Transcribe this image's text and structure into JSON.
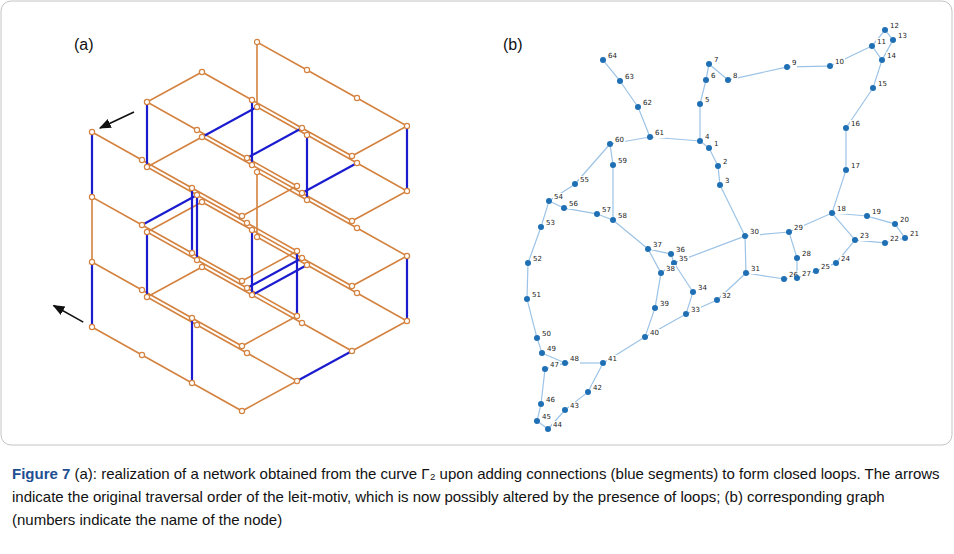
{
  "diagram": {
    "caption": "Figure 7 (a): realization of a network obtained from the curve Γ₂ upon adding connections (blue segments) to form closed loops. The arrows indicate the original traversal order of the leit-motiv, which is now possibly altered by the presence of loops; (b) corresponding graph (numbers indicate the name of the node)",
    "nodes": [
      {
        "text": [
          "1"
        ]
      },
      {
        "text": [
          "2"
        ]
      },
      {
        "text": [
          "3"
        ]
      },
      {
        "text": [
          "4"
        ]
      },
      {
        "text": [
          "5"
        ]
      },
      {
        "text": [
          "6"
        ]
      },
      {
        "text": [
          "7"
        ]
      },
      {
        "text": [
          "8"
        ]
      },
      {
        "text": [
          "9"
        ]
      },
      {
        "text": [
          "10"
        ]
      },
      {
        "text": [
          "11"
        ]
      },
      {
        "text": [
          "12"
        ]
      },
      {
        "text": [
          "13"
        ]
      },
      {
        "text": [
          "14"
        ]
      },
      {
        "text": [
          "15"
        ]
      },
      {
        "text": [
          "16"
        ]
      },
      {
        "text": [
          "17"
        ]
      },
      {
        "text": [
          "18"
        ]
      },
      {
        "text": [
          "19"
        ]
      },
      {
        "text": [
          "20"
        ]
      },
      {
        "text": [
          "21"
        ]
      },
      {
        "text": [
          "22"
        ]
      },
      {
        "text": [
          "23"
        ]
      },
      {
        "text": [
          "24"
        ]
      },
      {
        "text": [
          "25"
        ]
      },
      {
        "text": [
          "26"
        ]
      },
      {
        "text": [
          "27"
        ]
      },
      {
        "text": [
          "28"
        ]
      },
      {
        "text": [
          "29"
        ]
      },
      {
        "text": [
          "30"
        ]
      },
      {
        "text": [
          "31"
        ]
      },
      {
        "text": [
          "32"
        ]
      },
      {
        "text": [
          "33"
        ]
      },
      {
        "text": [
          "34"
        ]
      },
      {
        "text": [
          "35"
        ]
      },
      {
        "text": [
          "36"
        ]
      },
      {
        "text": [
          "37"
        ]
      },
      {
        "text": [
          "38"
        ]
      },
      {
        "text": [
          "39"
        ]
      },
      {
        "text": [
          "40"
        ]
      },
      {
        "text": [
          "41"
        ]
      },
      {
        "text": [
          "42"
        ]
      },
      {
        "text": [
          "43"
        ]
      },
      {
        "text": [
          "44"
        ]
      },
      {
        "text": [
          "45"
        ]
      },
      {
        "text": [
          "46"
        ]
      },
      {
        "text": [
          "47"
        ]
      },
      {
        "text": [
          "48"
        ]
      },
      {
        "text": [
          "49"
        ]
      },
      {
        "text": [
          "50"
        ]
      },
      {
        "text": [
          "51"
        ]
      },
      {
        "text": [
          "52"
        ]
      },
      {
        "text": [
          "53"
        ]
      },
      {
        "text": [
          "54"
        ]
      },
      {
        "text": [
          "55"
        ]
      },
      {
        "text": [
          "56"
        ]
      },
      {
        "text": [
          "57"
        ]
      },
      {
        "text": [
          "58"
        ]
      },
      {
        "text": [
          "59"
        ]
      },
      {
        "text": [
          "60"
        ]
      },
      {
        "text": [
          "61"
        ]
      },
      {
        "text": [
          "62"
        ]
      },
      {
        "text": [
          "63"
        ]
      },
      {
        "text": [
          "64"
        ]
      }
    ],
    "edges": [
      {
        "from": 0,
        "to": 1,
        "arrow": "none"
      },
      {
        "from": 1,
        "to": 2,
        "arrow": "none"
      },
      {
        "from": 0,
        "to": 3,
        "arrow": "none"
      },
      {
        "from": 2,
        "to": 29,
        "arrow": "none"
      },
      {
        "from": 3,
        "to": 4,
        "arrow": "none"
      },
      {
        "from": 4,
        "to": 5,
        "arrow": "none"
      },
      {
        "from": 5,
        "to": 6,
        "arrow": "none"
      },
      {
        "from": 6,
        "to": 7,
        "arrow": "none"
      },
      {
        "from": 7,
        "to": 8,
        "arrow": "none"
      },
      {
        "from": 8,
        "to": 9,
        "arrow": "none"
      },
      {
        "from": 9,
        "to": 10,
        "arrow": "none"
      },
      {
        "from": 10,
        "to": 11,
        "arrow": "none"
      },
      {
        "from": 11,
        "to": 12,
        "arrow": "none"
      },
      {
        "from": 12,
        "to": 13,
        "arrow": "none"
      },
      {
        "from": 10,
        "to": 13,
        "arrow": "none"
      },
      {
        "from": 13,
        "to": 14,
        "arrow": "none"
      },
      {
        "from": 14,
        "to": 15,
        "arrow": "none"
      },
      {
        "from": 15,
        "to": 16,
        "arrow": "none"
      },
      {
        "from": 16,
        "to": 17,
        "arrow": "none"
      },
      {
        "from": 17,
        "to": 18,
        "arrow": "none"
      },
      {
        "from": 18,
        "to": 19,
        "arrow": "none"
      },
      {
        "from": 19,
        "to": 20,
        "arrow": "none"
      },
      {
        "from": 20,
        "to": 21,
        "arrow": "none"
      },
      {
        "from": 21,
        "to": 22,
        "arrow": "none"
      },
      {
        "from": 17,
        "to": 22,
        "arrow": "none"
      },
      {
        "from": 22,
        "to": 23,
        "arrow": "none"
      },
      {
        "from": 23,
        "to": 24,
        "arrow": "none"
      },
      {
        "from": 24,
        "to": 26,
        "arrow": "none"
      },
      {
        "from": 25,
        "to": 26,
        "arrow": "none"
      },
      {
        "from": 25,
        "to": 30,
        "arrow": "none"
      },
      {
        "from": 26,
        "to": 27,
        "arrow": "none"
      },
      {
        "from": 27,
        "to": 28,
        "arrow": "none"
      },
      {
        "from": 17,
        "to": 28,
        "arrow": "none"
      },
      {
        "from": 28,
        "to": 29,
        "arrow": "none"
      },
      {
        "from": 29,
        "to": 30,
        "arrow": "none"
      },
      {
        "from": 30,
        "to": 31,
        "arrow": "none"
      },
      {
        "from": 31,
        "to": 32,
        "arrow": "none"
      },
      {
        "from": 32,
        "to": 33,
        "arrow": "none"
      },
      {
        "from": 33,
        "to": 34,
        "arrow": "none"
      },
      {
        "from": 29,
        "to": 34,
        "arrow": "none"
      },
      {
        "from": 34,
        "to": 35,
        "arrow": "none"
      },
      {
        "from": 35,
        "to": 36,
        "arrow": "none"
      },
      {
        "from": 36,
        "to": 37,
        "arrow": "none"
      },
      {
        "from": 34,
        "to": 37,
        "arrow": "none"
      },
      {
        "from": 37,
        "to": 38,
        "arrow": "none"
      },
      {
        "from": 38,
        "to": 39,
        "arrow": "none"
      },
      {
        "from": 32,
        "to": 39,
        "arrow": "none"
      },
      {
        "from": 39,
        "to": 40,
        "arrow": "none"
      },
      {
        "from": 40,
        "to": 41,
        "arrow": "none"
      },
      {
        "from": 41,
        "to": 42,
        "arrow": "none"
      },
      {
        "from": 42,
        "to": 43,
        "arrow": "none"
      },
      {
        "from": 43,
        "to": 44,
        "arrow": "none"
      },
      {
        "from": 44,
        "to": 45,
        "arrow": "none"
      },
      {
        "from": 45,
        "to": 46,
        "arrow": "none"
      },
      {
        "from": 46,
        "to": 47,
        "arrow": "none"
      },
      {
        "from": 47,
        "to": 48,
        "arrow": "none"
      },
      {
        "from": 48,
        "to": 49,
        "arrow": "none"
      },
      {
        "from": 49,
        "to": 50,
        "arrow": "none"
      },
      {
        "from": 50,
        "to": 51,
        "arrow": "none"
      },
      {
        "from": 51,
        "to": 52,
        "arrow": "none"
      },
      {
        "from": 52,
        "to": 53,
        "arrow": "none"
      },
      {
        "from": 53,
        "to": 54,
        "arrow": "none"
      },
      {
        "from": 54,
        "to": 59,
        "arrow": "none"
      },
      {
        "from": 53,
        "to": 55,
        "arrow": "none"
      },
      {
        "from": 55,
        "to": 56,
        "arrow": "none"
      },
      {
        "from": 56,
        "to": 57,
        "arrow": "none"
      },
      {
        "from": 57,
        "to": 58,
        "arrow": "none"
      },
      {
        "from": 58,
        "to": 59,
        "arrow": "none"
      },
      {
        "from": 36,
        "to": 57,
        "arrow": "none"
      },
      {
        "from": 59,
        "to": 60,
        "arrow": "none"
      },
      {
        "from": 60,
        "to": 3,
        "arrow": "none"
      },
      {
        "from": 60,
        "to": 61,
        "arrow": "none"
      },
      {
        "from": 61,
        "to": 62,
        "arrow": "none"
      },
      {
        "from": 62,
        "to": 63,
        "arrow": "none"
      },
      {
        "from": 40,
        "to": 47,
        "arrow": "none"
      }
    ],
    "labels": [
      "(a)",
      "(b)"
    ]
  }
}
